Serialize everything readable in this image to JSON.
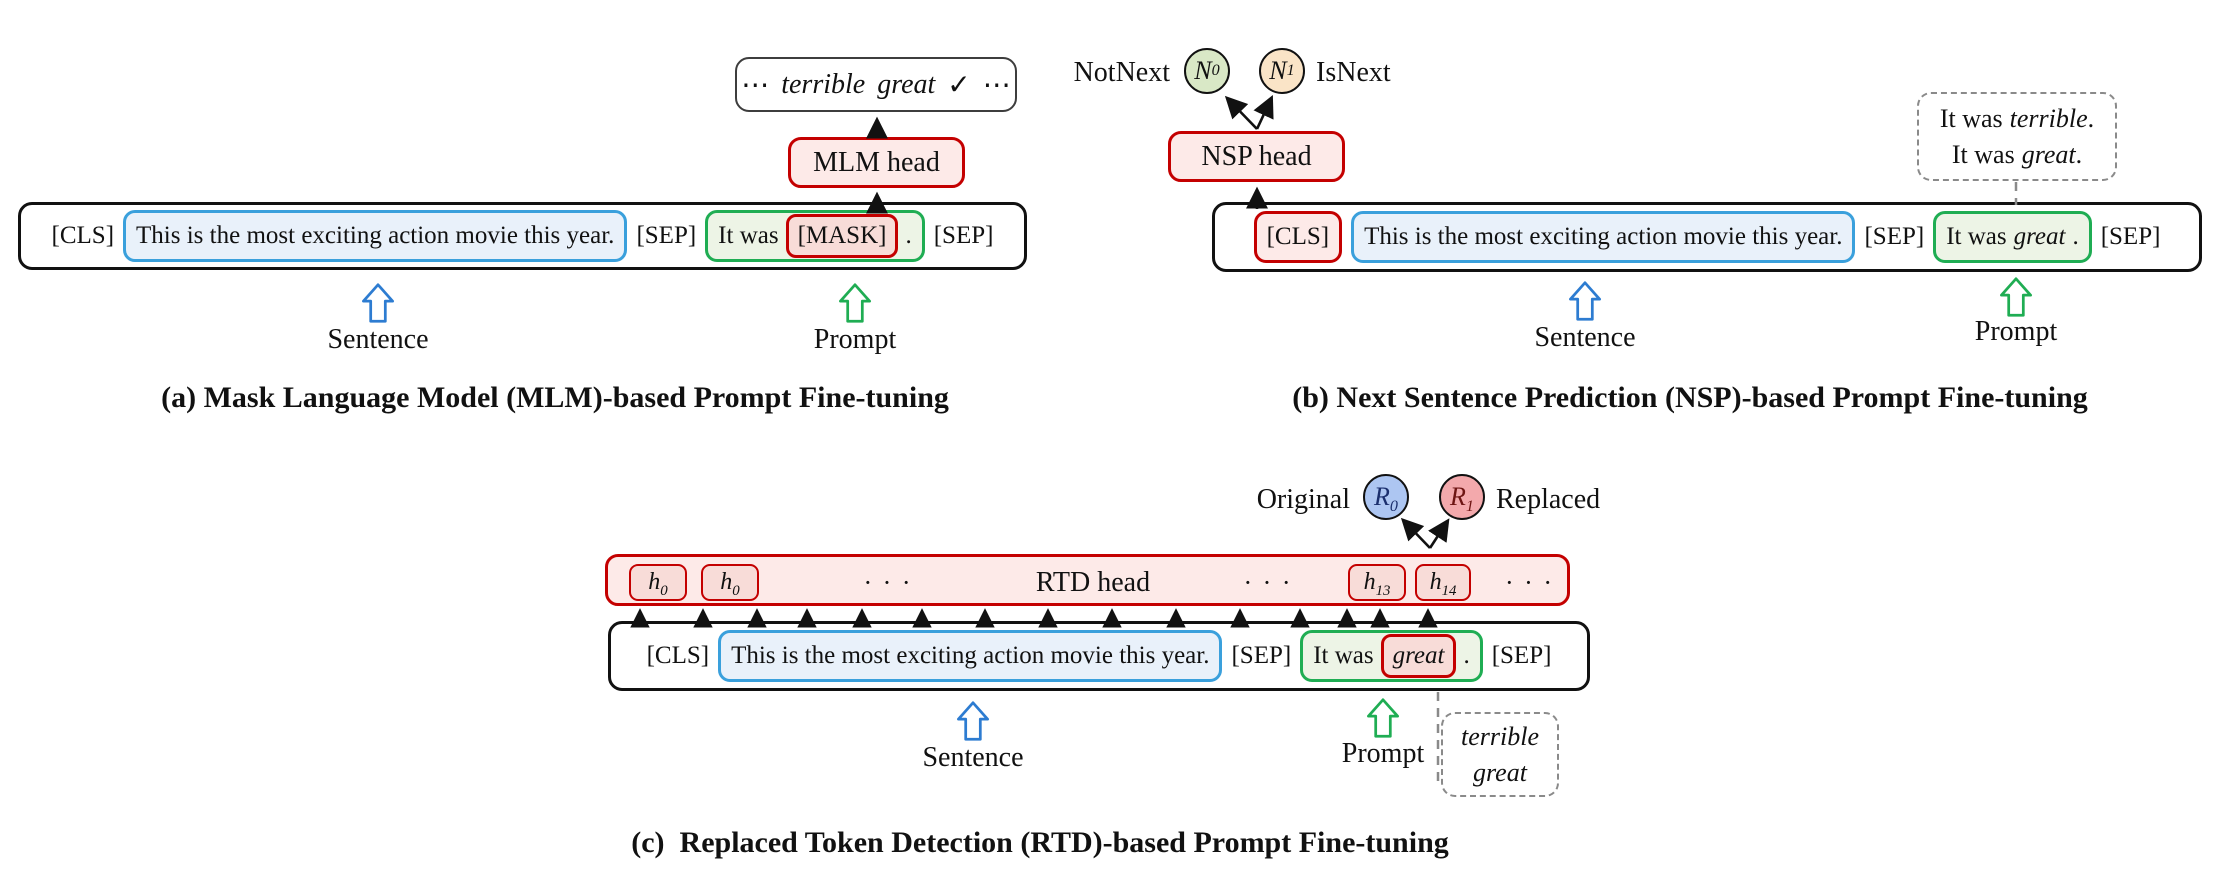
{
  "figure": {
    "colors": {
      "red_border": "#c40000",
      "red_fill": "#fdeae8",
      "red_fill_dark": "#f8dcd8",
      "blue_border": "#3aa0dc",
      "blue_fill": "#e9f1fa",
      "green_border": "#1fad53",
      "green_fill": "#edf4e6",
      "n0_fill": "#d9e8c6",
      "n1_fill": "#fae4c7",
      "r0_fill": "#adc6f2",
      "r1_fill": "#f3a9ac",
      "block_arrow_blue": "#2d7cd1",
      "block_arrow_green": "#1fad53",
      "dashed_gray": "#8a8a8a"
    },
    "panel_a": {
      "caption": "(a) Mask Language Model (MLM)-based Prompt Fine-tuning",
      "vocab_box": {
        "dots_left": "⋯",
        "word1": "terrible",
        "word2": "great",
        "check": "✓",
        "dots_right": "⋯"
      },
      "head_label": "MLM head",
      "sequence": {
        "cls": "[CLS]",
        "sentence": "This is the most exciting action movie this year.",
        "sep1": "[SEP]",
        "prompt_prefix": "It was",
        "mask_token": "[MASK]",
        "prompt_suffix": ".",
        "sep2": "[SEP]"
      },
      "sentence_label": "Sentence",
      "prompt_label": "Prompt"
    },
    "panel_b": {
      "caption": "(b) Next Sentence Prediction (NSP)-based Prompt Fine-tuning",
      "not_next_label": "NotNext",
      "is_next_label": "IsNext",
      "n0": {
        "letter": "N",
        "sub": "0"
      },
      "n1": {
        "letter": "N",
        "sub": "1"
      },
      "head_label": "NSP head",
      "candidates": {
        "line1_prefix": "It was",
        "line1_word": "terrible",
        "line1_suffix": ".",
        "line2_prefix": "It was",
        "line2_word": "great",
        "line2_suffix": "."
      },
      "sequence": {
        "cls": "[CLS]",
        "sentence": "This is the most exciting action movie this year.",
        "sep1": "[SEP]",
        "prompt_prefix": "It was",
        "prompt_word": "great",
        "prompt_suffix": ".",
        "sep2": "[SEP]"
      },
      "sentence_label": "Sentence",
      "prompt_label": "Prompt"
    },
    "panel_c": {
      "caption": "(c)  Replaced Token Detection (RTD)-based Prompt Fine-tuning",
      "original_label": "Original",
      "replaced_label": "Replaced",
      "r0": {
        "letter": "R",
        "sub": "0"
      },
      "r1": {
        "letter": "R",
        "sub": "1"
      },
      "head_label": "RTD head",
      "hidden_states": {
        "h0a": {
          "letter": "h",
          "sub": "0"
        },
        "h0b": {
          "letter": "h",
          "sub": "0"
        },
        "h13": {
          "letter": "h",
          "sub": "13"
        },
        "h14": {
          "letter": "h",
          "sub": "14"
        },
        "dots1": "· · ·",
        "dots2": "· · ·",
        "dots3": "· · ·"
      },
      "sequence": {
        "cls": "[CLS]",
        "sentence": "This is the most exciting action movie this year.",
        "sep1": "[SEP]",
        "prompt_prefix": "It was",
        "replaced_word": "great",
        "prompt_suffix": ".",
        "sep2": "[SEP]"
      },
      "candidates": {
        "word1": "terrible",
        "word2": "great"
      },
      "sentence_label": "Sentence",
      "prompt_label": "Prompt"
    }
  }
}
